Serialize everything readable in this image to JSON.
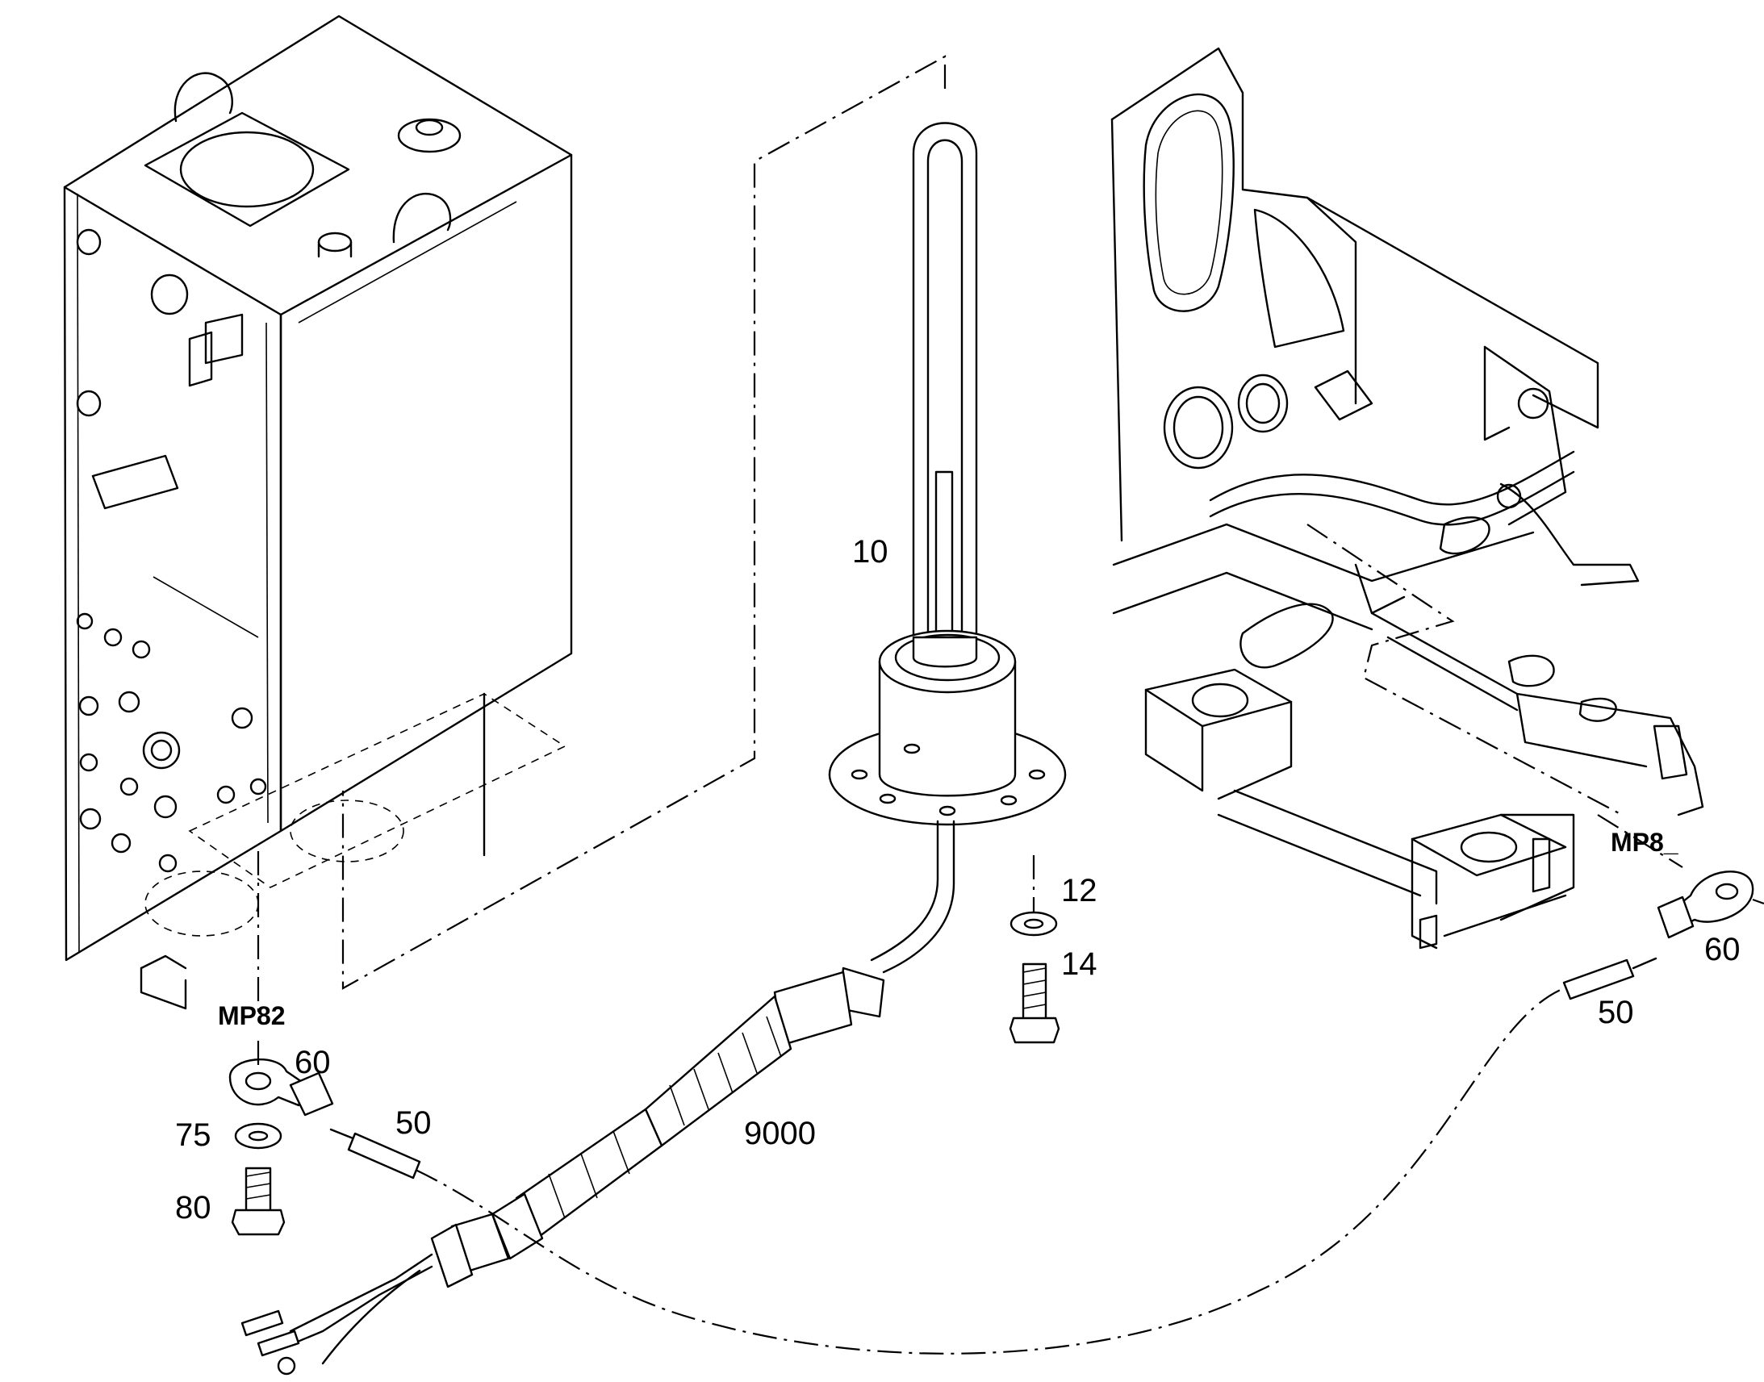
{
  "callouts": {
    "p10": "10",
    "p12": "12",
    "p14": "14",
    "p9000": "9000",
    "p60_left": "60",
    "p50_left": "50",
    "p75": "75",
    "p80": "80",
    "p50_right": "50",
    "p60_right": "60"
  },
  "references": {
    "left": "MP82",
    "right": "MP8_"
  }
}
